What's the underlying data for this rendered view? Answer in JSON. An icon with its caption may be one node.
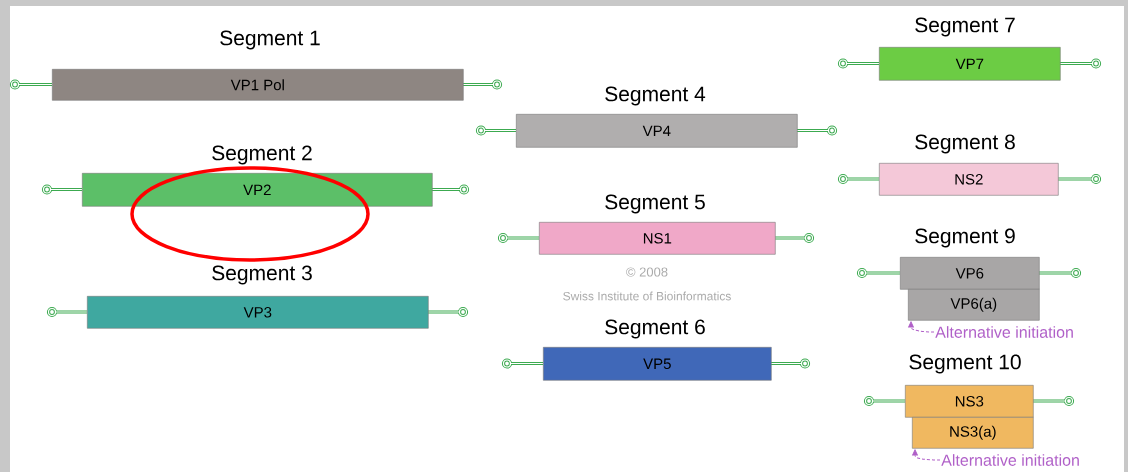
{
  "diagram": {
    "nodes": [
      {
        "text": [
          "Segment 1",
          "VP1 Pol"
        ]
      },
      {
        "text": [
          "Segment 2",
          "VP2"
        ]
      },
      {
        "text": [
          "Segment 3",
          "VP3"
        ]
      },
      {
        "text": [
          "Segment 4",
          "VP4"
        ]
      },
      {
        "text": [
          "Segment 5",
          "NS1"
        ]
      },
      {
        "text": [
          "Segment 6",
          "VP5"
        ]
      },
      {
        "text": [
          "Segment 7",
          "VP7"
        ]
      },
      {
        "text": [
          "Segment 8",
          "NS2"
        ]
      },
      {
        "text": [
          "Segment 9",
          "VP6"
        ]
      },
      {
        "text": [
          "VP6(a)"
        ]
      },
      {
        "text": [
          "Alternative initiation"
        ]
      },
      {
        "text": [
          "Segment 10",
          "NS3"
        ]
      },
      {
        "text": [
          "NS3(a)"
        ]
      },
      {
        "text": [
          "Alternative initiation"
        ]
      }
    ],
    "edges": [
      {
        "from": 10,
        "to": 9,
        "arrow": "to",
        "style": "dashed",
        "color": "#b060c8"
      },
      {
        "from": 13,
        "to": 12,
        "arrow": "to",
        "style": "dashed",
        "color": "#b060c8"
      }
    ],
    "labels": [
      "© 2008",
      "Swiss Institute of Bioinformatics"
    ]
  }
}
